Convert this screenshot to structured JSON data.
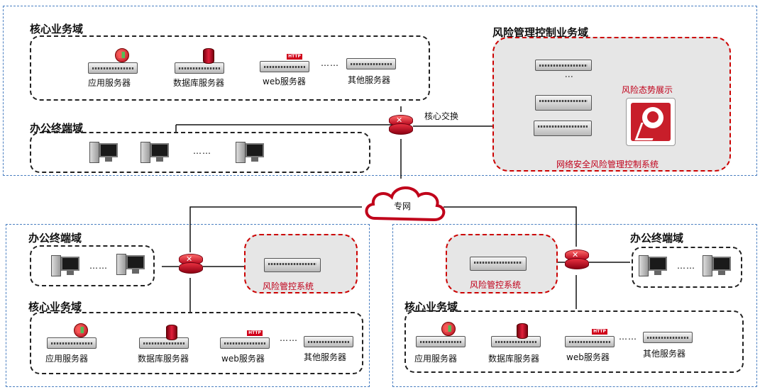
{
  "top": {
    "core_title": "核心业务域",
    "office_title": "办公终端域",
    "risk_title": "风险管理控制业务域",
    "core_switch_label": "核心交换",
    "risk_display_label": "风险态势展示",
    "risk_system_label": "网络安全风险管理控制系统",
    "servers": {
      "app": "应用服务器",
      "db": "数据库服务器",
      "web": "web服务器",
      "other": "其他服务器",
      "ellipsis": "……"
    },
    "office_ellipsis": "……"
  },
  "cloud_label": "专网",
  "http_badge": "HTTP",
  "bottom_left": {
    "office_title": "办公终端域",
    "core_title": "核心业务域",
    "system_label": "风险管控系统",
    "office_ellipsis": "……",
    "servers": {
      "app": "应用服务器",
      "db": "数据库服务器",
      "web": "web服务器",
      "other": "其他服务器",
      "ellipsis": "……"
    }
  },
  "bottom_right": {
    "office_title": "办公终端域",
    "core_title": "核心业务域",
    "system_label": "风险管控系统",
    "office_ellipsis": "……",
    "servers": {
      "app": "应用服务器",
      "db": "数据库服务器",
      "web": "web服务器",
      "other": "其他服务器",
      "ellipsis": "……"
    }
  },
  "colors": {
    "border_blue": "#4a7fc1",
    "accent_red": "#c0001a"
  }
}
